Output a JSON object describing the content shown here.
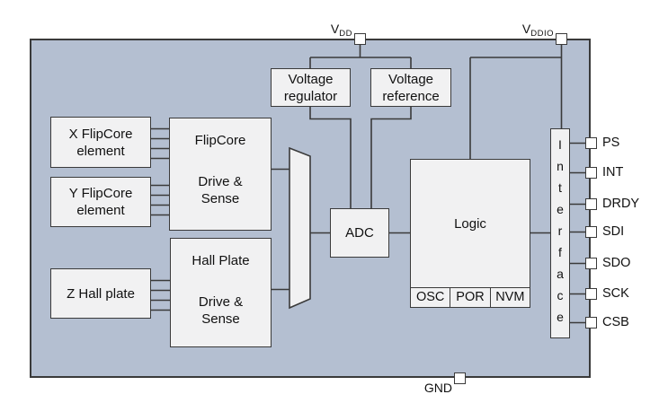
{
  "colors": {
    "chip_fill": "#b4bfd1",
    "block_fill": "#f1f1f2",
    "line": "#3a3a3a"
  },
  "blocks": {
    "x_flipcore": {
      "line1": "X FlipCore",
      "line2": "element"
    },
    "y_flipcore": {
      "line1": "Y FlipCore",
      "line2": "element"
    },
    "z_hall": {
      "label": "Z Hall plate"
    },
    "flipcore_drive": {
      "title": "FlipCore",
      "line1": "Drive &",
      "line2": "Sense"
    },
    "hall_drive": {
      "title": "Hall Plate",
      "line1": "Drive &",
      "line2": "Sense"
    },
    "voltage_regulator": {
      "line1": "Voltage",
      "line2": "regulator"
    },
    "voltage_reference": {
      "line1": "Voltage",
      "line2": "reference"
    },
    "adc": {
      "label": "ADC"
    },
    "logic": {
      "label": "Logic",
      "sub_blocks": [
        "OSC",
        "POR",
        "NVM"
      ]
    },
    "interface": {
      "label": "Interface"
    }
  },
  "power_pins": {
    "vdd": {
      "base": "V",
      "sub": "DD"
    },
    "vddio": {
      "base": "V",
      "sub": "DDIO"
    },
    "gnd": {
      "label": "GND"
    }
  },
  "io_pins": [
    {
      "label": "PS"
    },
    {
      "label": "INT"
    },
    {
      "label": "DRDY"
    },
    {
      "label": "SDI"
    },
    {
      "label": "SDO"
    },
    {
      "label": "SCK"
    },
    {
      "label": "CSB"
    }
  ]
}
